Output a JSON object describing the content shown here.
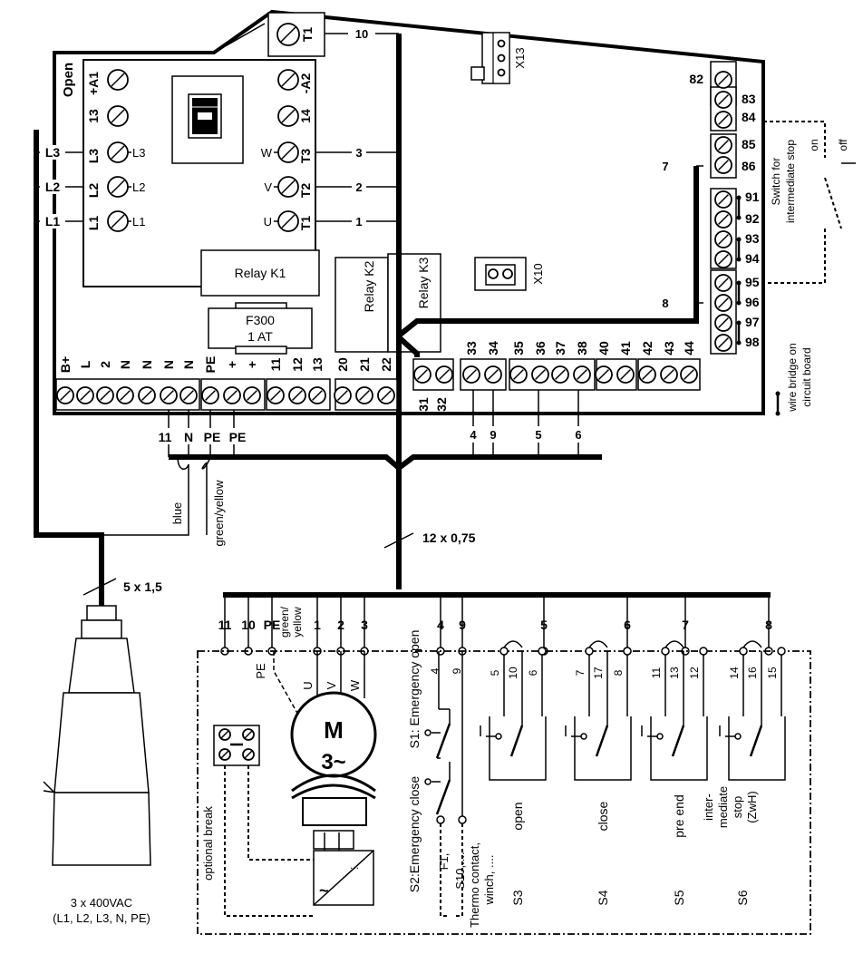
{
  "controller": {
    "open_label": "Open",
    "contactor_top": [
      "+A1",
      "13",
      "-A2",
      "14"
    ],
    "contactor_phase_in": [
      "L3",
      "L2",
      "L1"
    ],
    "contactor_phase_out": [
      "T3",
      "T2",
      "T1"
    ],
    "contactor_side_left": [
      "L3",
      "L2",
      "L1"
    ],
    "contactor_side_right": [
      "W",
      "V",
      "U"
    ],
    "main_left_labels": [
      "L3",
      "L2",
      "L1"
    ],
    "t1_label": "T1",
    "relay_k1": "Relay K1",
    "relay_k2": "Relay K2",
    "relay_k3": "Relay K3",
    "fuse_line1": "F300",
    "fuse_line2": "1 AT",
    "x13": "X13",
    "x10": "X10",
    "wire_numbers": {
      "w10": "10",
      "w3": "3",
      "w2": "2",
      "w1": "1",
      "w7": "7",
      "w8": "8"
    }
  },
  "bottom_terminals": [
    "B+",
    "L",
    "2",
    "N",
    "N",
    "N",
    "N",
    "PE",
    "+",
    "+",
    "11",
    "12",
    "13",
    "20",
    "21",
    "22"
  ],
  "mid_terminals_top": [
    "33",
    "34",
    "35",
    "36",
    "37",
    "38",
    "40",
    "41",
    "42",
    "43",
    "44"
  ],
  "mid_terminals_low": [
    "31",
    "32"
  ],
  "right_terminals": [
    "82",
    "83",
    "84",
    "85",
    "86",
    "91",
    "92",
    "93",
    "94",
    "95",
    "96",
    "97",
    "98"
  ],
  "switch_label": {
    "line1": "Switch for",
    "line2": "intermediate stop",
    "on": "on",
    "off": "off"
  },
  "wire_bridge": {
    "line1": "wire bridge on",
    "line2": "circuit board"
  },
  "under_board_wires": [
    "11",
    "N",
    "PE",
    "PE"
  ],
  "signal_wires": [
    "4",
    "9",
    "5",
    "6"
  ],
  "blue": "blue",
  "green_yellow": "green/yellow",
  "cable_12": "12 x 0,75",
  "cable_5": "5 x 1,5",
  "bus_numbers": [
    "11",
    "10",
    "PE",
    "1",
    "2",
    "3",
    "4",
    "9",
    "5",
    "6",
    "7",
    "8"
  ],
  "bus_green_yellow": {
    "l1": "green/",
    "l2": "yellow"
  },
  "motor": {
    "m": "M",
    "phase": "3~",
    "pe": "PE",
    "u": "U",
    "v": "V",
    "w": "W"
  },
  "emergency": {
    "s1": "S1: Emergency open",
    "s2": "S2:Emergency close",
    "f1": "F1,",
    "s10": "S10,....",
    "thermo": "Thermo contact,",
    "winch": "winch, ...."
  },
  "limit_switches": [
    {
      "nums": [
        "5",
        "10",
        "6"
      ],
      "label": "open",
      "id": "S3"
    },
    {
      "nums": [
        "7",
        "17",
        "8"
      ],
      "label": "close",
      "id": "S4"
    },
    {
      "nums": [
        "11",
        "13",
        "12"
      ],
      "label": "pre end",
      "id": "S5"
    },
    {
      "nums": [
        "14",
        "16",
        "15"
      ],
      "label_lines": [
        "inter-",
        "mediate",
        "stop",
        "(ZwH)"
      ],
      "id": "S6"
    }
  ],
  "optional_break": "optional break",
  "em_nums": [
    "4",
    "9"
  ],
  "plug": {
    "line1": "3 x 400VAC",
    "line2": "(L1, L2, L3, N, PE)"
  },
  "inverter_symbols": {
    "dc": "...",
    "ac": "~"
  }
}
